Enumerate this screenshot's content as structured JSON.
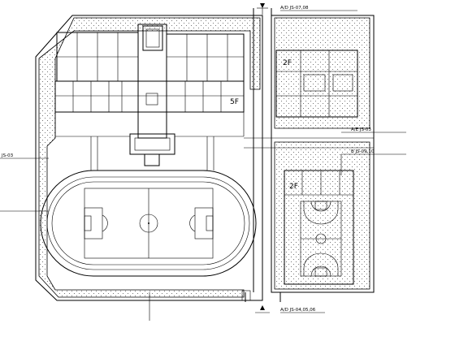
{
  "callouts": {
    "top": "A/D JS-07,08",
    "right_upper": "A/E JS-03",
    "right_middle": "B JS-09,10",
    "left": "JS-03",
    "left_small": "",
    "bottom": "A/D JS-04,05,06"
  },
  "floor_labels": {
    "main_building": "5F",
    "annex": "2F",
    "gym": "2F"
  },
  "field_labels": {
    "field_name": "",
    "track_note": "",
    "track_edge": ""
  }
}
